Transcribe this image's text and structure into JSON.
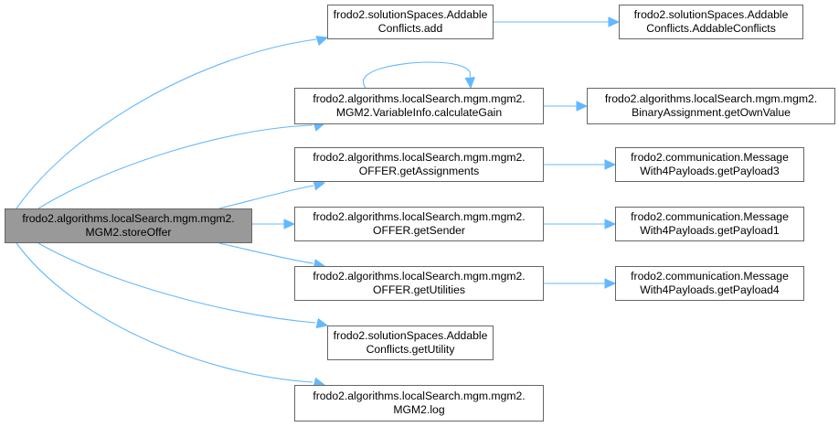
{
  "diagram": {
    "type": "call-graph",
    "edge_color": "#63b8ff",
    "node_border_color": "#666666",
    "root_fill_color": "#999999",
    "nodes": [
      {
        "id": "storeOffer",
        "line1": "frodo2.algorithms.localSearch.mgm.mgm2.",
        "line2": "MGM2.storeOffer",
        "root": true
      },
      {
        "id": "add",
        "line1": "frodo2.solutionSpaces.Addable",
        "line2": "Conflicts.add"
      },
      {
        "id": "calculateGain",
        "line1": "frodo2.algorithms.localSearch.mgm.mgm2.",
        "line2": "MGM2.VariableInfo.calculateGain"
      },
      {
        "id": "getAssignments",
        "line1": "frodo2.algorithms.localSearch.mgm.mgm2.",
        "line2": "OFFER.getAssignments"
      },
      {
        "id": "getSender",
        "line1": "frodo2.algorithms.localSearch.mgm.mgm2.",
        "line2": "OFFER.getSender"
      },
      {
        "id": "getUtilities",
        "line1": "frodo2.algorithms.localSearch.mgm.mgm2.",
        "line2": "OFFER.getUtilities"
      },
      {
        "id": "getUtility",
        "line1": "frodo2.solutionSpaces.Addable",
        "line2": "Conflicts.getUtility"
      },
      {
        "id": "log",
        "line1": "frodo2.algorithms.localSearch.mgm.mgm2.",
        "line2": "MGM2.log"
      },
      {
        "id": "AddableConflicts",
        "line1": "frodo2.solutionSpaces.Addable",
        "line2": "Conflicts.AddableConflicts"
      },
      {
        "id": "getOwnValue",
        "line1": "frodo2.algorithms.localSearch.mgm.mgm2.",
        "line2": "BinaryAssignment.getOwnValue"
      },
      {
        "id": "getPayload3",
        "line1": "frodo2.communication.Message",
        "line2": "With4Payloads.getPayload3"
      },
      {
        "id": "getPayload1",
        "line1": "frodo2.communication.Message",
        "line2": "With4Payloads.getPayload1"
      },
      {
        "id": "getPayload4",
        "line1": "frodo2.communication.Message",
        "line2": "With4Payloads.getPayload4"
      }
    ],
    "edges": [
      {
        "from": "storeOffer",
        "to": "add"
      },
      {
        "from": "storeOffer",
        "to": "calculateGain"
      },
      {
        "from": "storeOffer",
        "to": "getAssignments"
      },
      {
        "from": "storeOffer",
        "to": "getSender"
      },
      {
        "from": "storeOffer",
        "to": "getUtilities"
      },
      {
        "from": "storeOffer",
        "to": "getUtility"
      },
      {
        "from": "storeOffer",
        "to": "log"
      },
      {
        "from": "add",
        "to": "AddableConflicts"
      },
      {
        "from": "calculateGain",
        "to": "calculateGain"
      },
      {
        "from": "calculateGain",
        "to": "getOwnValue"
      },
      {
        "from": "getAssignments",
        "to": "getPayload3"
      },
      {
        "from": "getSender",
        "to": "getPayload1"
      },
      {
        "from": "getUtilities",
        "to": "getPayload4"
      }
    ]
  }
}
